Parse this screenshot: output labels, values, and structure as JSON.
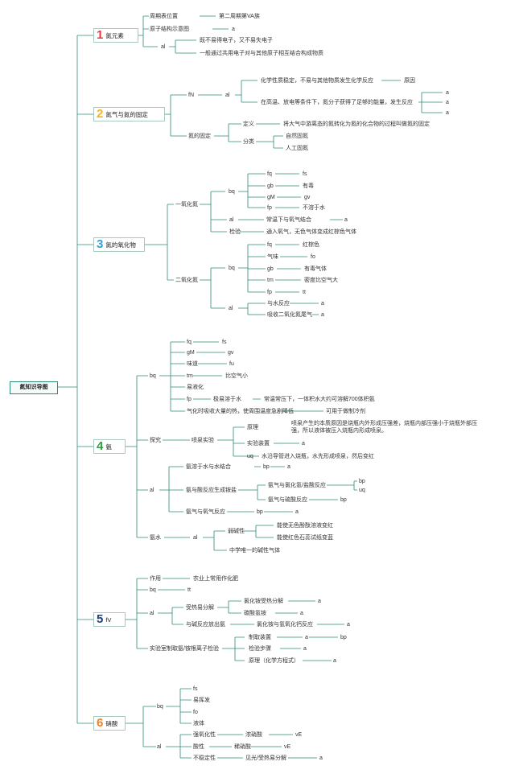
{
  "root": "氮知识导图",
  "colors": {
    "line": "#2e8b7a",
    "n1": "#e8383d",
    "n2": "#f5b223",
    "n3": "#2aa3d9",
    "n4": "#2e9e3f",
    "n5": "#1f3f7a",
    "n6": "#ef7d22"
  },
  "sections": {
    "s1": {
      "num": "1",
      "label": "氮元素",
      "pos": "周期表位置",
      "pos_v": "第二周期第VA族",
      "struct": "原子结构示意图",
      "struct_v": "a",
      "prop": "al",
      "prop_v1": "既不易得电子，又不易失电子",
      "prop_v2": "一般通过共用电子对与其他原子相互结合构成物质"
    },
    "s2": {
      "num": "2",
      "label": "氮气与氮的固定",
      "n2": "fN",
      "al": "al",
      "chem": "化学性质稳定，不易与其他物质发生化学反应",
      "chem_v": "原因",
      "cond": "在高温、放电等条件下，氮分子获得了足够的能量，发生反应",
      "a1": "a",
      "a2": "a",
      "a3": "a",
      "fix": "氮的固定",
      "def": "定义",
      "def_v": "将大气中游离态的氮转化为氮的化合物的过程叫做氮的固定",
      "cls": "分类",
      "nat": "自然固氮",
      "art": "人工固氮"
    },
    "s3": {
      "num": "3",
      "label": "氮的氧化物",
      "no": "一氧化氮",
      "bq1": "bq",
      "no_r1a": "fq",
      "no_r1b": "fs",
      "no_r2a": "gb",
      "no_r2b": "有毒",
      "no_r3a": "gM",
      "no_r3b": "gv",
      "no_r4a": "fp",
      "no_r4b": "不溶于水",
      "al1": "al",
      "al1_v": "常温下与氧气结合",
      "al1_a": "a",
      "test": "检验",
      "test_v": "通入氧气，无色气体变成红棕色气体",
      "no2": "二氧化氮",
      "bq2": "bq",
      "no2_r1a": "fq",
      "no2_r1b": "红棕色",
      "no2_r2a": "气味",
      "no2_r2b": "fo",
      "no2_r3a": "gb",
      "no2_r3b": "有毒气体",
      "no2_r4a": "tm",
      "no2_r4b": "密度比空气大",
      "no2_r5a": "fp",
      "no2_r5b": "tt",
      "al2": "al",
      "al2_v1": "与水反应",
      "al2_a1": "a",
      "al2_v2": "吸收二氧化氮尾气",
      "al2_a2": "a"
    },
    "s4": {
      "num": "4",
      "label": "氨",
      "bq": "bq",
      "r1a": "fq",
      "r1b": "fs",
      "r2a": "gM",
      "r2b": "gv",
      "r3a": "味道",
      "r3b": "fu",
      "r4a": "tm",
      "r4b": "比空气小",
      "r5": "易液化",
      "r6a": "fp",
      "r6b": "极易溶于水",
      "r6c": "常温常压下，一体积水大约可溶解700体积氨",
      "r7a": "气化时吸收大量的热，使周围温度急剧降低",
      "r7b": "可用于做制冷剂",
      "explore": "探究",
      "fountain": "喷泉实验",
      "prin": "原理",
      "prin_v": "喷泉产生的本质原因是烧瓶内外形成压强差，烧瓶内部压强小于烧瓶外部压强，所以液体被压入烧瓶内形成喷泉。",
      "device": "实验装置",
      "device_v": "a",
      "uq": "uq",
      "uq_v": "水沿导管进入烧瓶，水先形成喷泉，然后变红",
      "al": "al",
      "w1": "氨溶于水与水结合",
      "w1_b": "bp",
      "w1_a": "a",
      "acid": "氨与酸反应生成铵盐",
      "hcl": "氨气与氯化氢/盐酸反应",
      "hcl_b": "bp",
      "hcl_u": "uq",
      "h2so4": "氨气与硫酸反应",
      "h2so4_b": "bp",
      "o2": "氨气与氧气反应",
      "o2_b": "bp",
      "o2_a": "a",
      "aq": "氨水",
      "aq_al": "al",
      "weak": "弱碱性",
      "ind1": "能使无色酚酞溶液变红",
      "ind2": "能使红色石蕊试纸变蓝",
      "only": "中学唯一的碱性气体"
    },
    "s5": {
      "num": "5",
      "label": "fV",
      "use": "作用",
      "use_v": "农业上常用作化肥",
      "bq": "bq",
      "bq_v": "tt",
      "al": "al",
      "heat": "受热易分解",
      "h1": "氯化铵受热分解",
      "h1_a": "a",
      "h2": "碳酸氢铵",
      "h2_a": "a",
      "base": "与碱反应放出氨",
      "base_v": "氯化铵与氢氧化钙反应",
      "base_a": "a",
      "lab": "实验室制取氨/铵根离子检验",
      "l1": "制取装置",
      "l1_a": "a",
      "l1_b": "bp",
      "l2": "检验步骤",
      "l2_a": "a",
      "l3": "原理（化学方程式）",
      "l3_a": "a"
    },
    "s6": {
      "num": "6",
      "label": "硝酸",
      "bq": "bq",
      "b1": "fs",
      "b2": "易挥发",
      "b3": "fo",
      "b4": "液体",
      "al": "al",
      "ox": "强氧化性",
      "ox_v": "浓硝酸",
      "ox_e": "vE",
      "ac": "酸性",
      "ac_v": "稀硝酸",
      "ac_e": "vE",
      "un": "不稳定性",
      "un_v": "见光/受热易分解",
      "un_a": "a"
    }
  }
}
